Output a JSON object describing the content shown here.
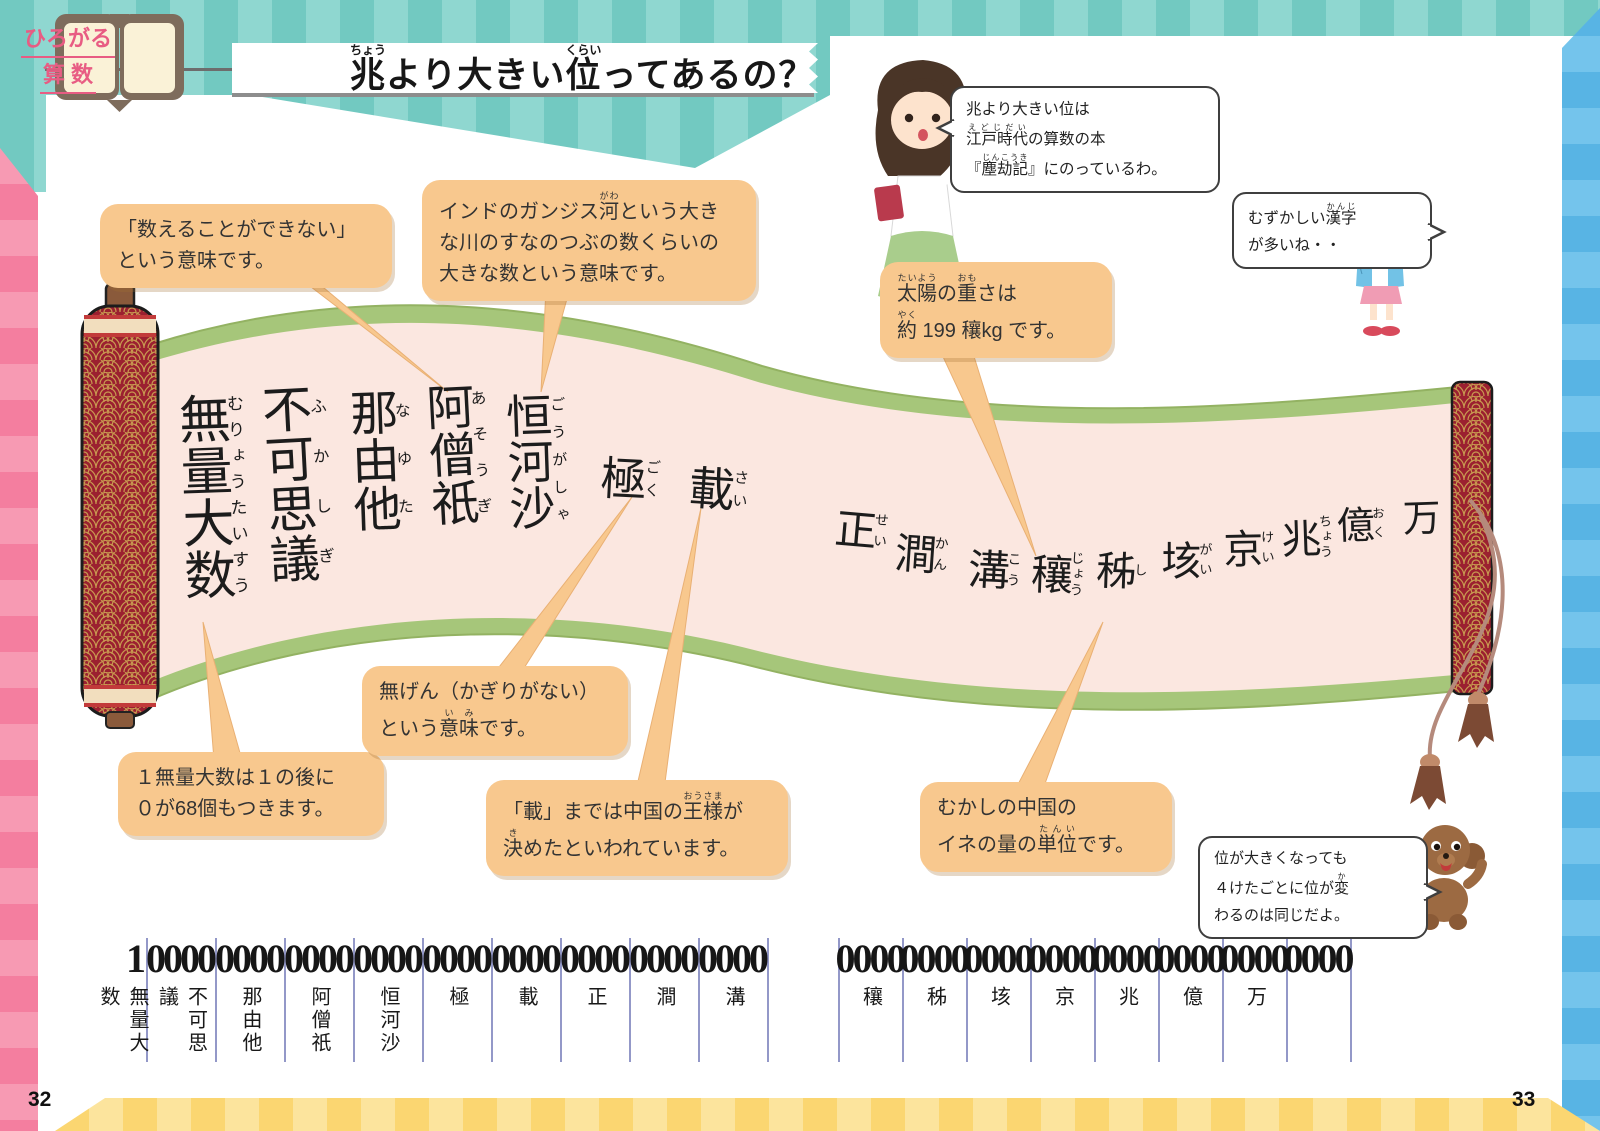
{
  "page": {
    "left_page_number": "32",
    "right_page_number": "33",
    "badge": {
      "line1": "ひろがる",
      "line2": "算 数"
    },
    "title_segments": [
      {
        "t": "兆",
        "f": "ちょう"
      },
      {
        "t": "より大きい"
      },
      {
        "t": "位",
        "f": "くらい"
      },
      {
        "t": "ってあるの？"
      }
    ]
  },
  "speech_bubbles": {
    "teacher": [
      [
        {
          "t": "兆より大きい位は"
        }
      ],
      [
        {
          "t": "江戸時代",
          "f": "えどじだい"
        },
        {
          "t": "の算数の本"
        }
      ],
      [
        {
          "t": "『"
        },
        {
          "t": "塵劫記",
          "f": "じんこうき"
        },
        {
          "t": "』にのっているわ。"
        }
      ]
    ],
    "girl": [
      [
        {
          "t": "むずかしい"
        },
        {
          "t": "漢字",
          "f": "かんじ"
        }
      ],
      [
        {
          "t": "が多いね・・"
        }
      ]
    ],
    "dog": [
      [
        {
          "t": "位が大きくなっても"
        }
      ],
      [
        {
          "t": "４けたごとに位が"
        },
        {
          "t": "変",
          "f": "か"
        }
      ],
      [
        {
          "t": "わるのは同じだよ。"
        }
      ]
    ]
  },
  "callouts": {
    "cannot_count": [
      [
        {
          "t": "「数えることができない」"
        }
      ],
      [
        {
          "t": "という意味です。"
        }
      ]
    ],
    "ganges": [
      [
        {
          "t": "インドのガンジス"
        },
        {
          "t": "河",
          "f": "がわ"
        },
        {
          "t": "という大き"
        }
      ],
      [
        {
          "t": "な川のすなのつぶの数くらいの"
        }
      ],
      [
        {
          "t": "大きな数という意味です。"
        }
      ]
    ],
    "sun_weight": [
      [
        {
          "t": "太陽",
          "f": "たいよう"
        },
        {
          "t": "の"
        },
        {
          "t": "重",
          "f": "おも"
        },
        {
          "t": "さは"
        }
      ],
      [
        {
          "t": "約",
          "f": "やく"
        },
        {
          "t": " 199 穰kg です。"
        }
      ]
    ],
    "muryotaisu_zeros": [
      [
        {
          "t": "１無量大数は１の後に"
        }
      ],
      [
        {
          "t": "０が68個もつきます。"
        }
      ]
    ],
    "mugen": [
      [
        {
          "t": "無げん（かぎりがない）"
        }
      ],
      [
        {
          "t": "という"
        },
        {
          "t": "意味",
          "f": "いみ"
        },
        {
          "t": "です。"
        }
      ]
    ],
    "china_king": [
      [
        {
          "t": "「載」までは中国の"
        },
        {
          "t": "王様",
          "f": "おうさま"
        },
        {
          "t": "が"
        }
      ],
      [
        {
          "t": "決",
          "f": "き"
        },
        {
          "t": "めたといわれています。"
        }
      ]
    ],
    "china_rice": [
      [
        {
          "t": "むかしの中国の"
        }
      ],
      [
        {
          "t": "イネの量の"
        },
        {
          "t": "単位",
          "f": "たんい"
        },
        {
          "t": "です。"
        }
      ]
    ]
  },
  "scroll_units": [
    {
      "kanji": "無量大数",
      "furigana": "むりょうたいすう"
    },
    {
      "kanji": "不可思議",
      "furigana": "ふかしぎ"
    },
    {
      "kanji": "那由他",
      "furigana": "なゆた"
    },
    {
      "kanji": "阿僧祇",
      "furigana": "あそうぎ"
    },
    {
      "kanji": "恒河沙",
      "furigana": "ごうがしゃ"
    },
    {
      "kanji": "極",
      "furigana": "ごく"
    },
    {
      "kanji": "載",
      "furigana": "さい"
    },
    {
      "kanji": "正",
      "furigana": "せい"
    },
    {
      "kanji": "澗",
      "furigana": "かん"
    },
    {
      "kanji": "溝",
      "furigana": "こう"
    },
    {
      "kanji": "穰",
      "furigana": "じょう"
    },
    {
      "kanji": "秭",
      "furigana": "し"
    },
    {
      "kanji": "垓",
      "furigana": "がい"
    },
    {
      "kanji": "京",
      "furigana": "けい"
    },
    {
      "kanji": "兆",
      "furigana": "ちょう"
    },
    {
      "kanji": "億",
      "furigana": "おく"
    },
    {
      "kanji": "万",
      "furigana": ""
    }
  ],
  "place_chart": {
    "left": {
      "cells": [
        {
          "digits": "1",
          "label": "無量大数"
        },
        {
          "digits": "0000",
          "label": "不可思議"
        },
        {
          "digits": "0000",
          "label": "那由他"
        },
        {
          "digits": "0000",
          "label": "阿僧祇"
        },
        {
          "digits": "0000",
          "label": "恒河沙"
        },
        {
          "digits": "0000",
          "label": "極"
        },
        {
          "digits": "0000",
          "label": "載"
        },
        {
          "digits": "0000",
          "label": "正"
        },
        {
          "digits": "0000",
          "label": "澗"
        },
        {
          "digits": "0000",
          "label": "溝"
        }
      ]
    },
    "right": {
      "cells": [
        {
          "digits": "0000",
          "label": "穰"
        },
        {
          "digits": "0000",
          "label": "秭"
        },
        {
          "digits": "0000",
          "label": "垓"
        },
        {
          "digits": "0000",
          "label": "京"
        },
        {
          "digits": "0000",
          "label": "兆"
        },
        {
          "digits": "0000",
          "label": "億"
        },
        {
          "digits": "0000",
          "label": "万"
        },
        {
          "digits": "0000",
          "label": ""
        }
      ]
    }
  },
  "colors": {
    "teal_stripe_1": "#72c9c1",
    "teal_stripe_2": "#8fd7d0",
    "pink_stripe_1": "#f79ab3",
    "pink_stripe_2": "#f47e9f",
    "blue_stripe_1": "#58b4e4",
    "blue_stripe_2": "#74c4ec",
    "yellow_stripe_1": "#fbd671",
    "yellow_stripe_2": "#fce49d",
    "callout_orange": "#f8c88e",
    "scroll_green": "#a6c67a",
    "scroll_pink": "#fbe7e0",
    "roller_red": "#9b2030",
    "divider": "#9398c8",
    "badge_brown": "#7e6c5c",
    "badge_cream": "#faf2d7",
    "badge_pink": "#e85c83",
    "bubble_border": "#3f3f3f"
  }
}
